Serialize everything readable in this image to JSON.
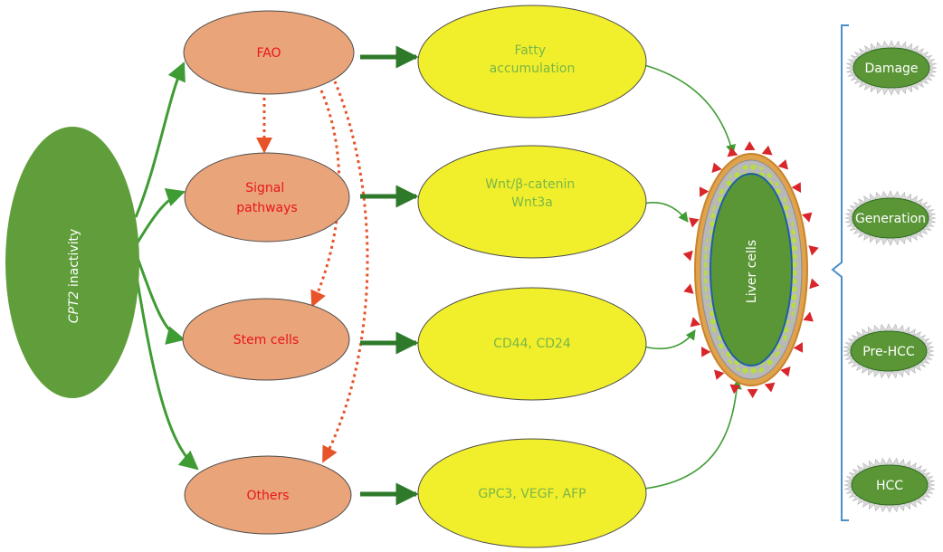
{
  "source": {
    "prefix": "CPT2",
    "suffix": " inactivity"
  },
  "mechanisms": [
    {
      "label_lines": [
        "FAO"
      ]
    },
    {
      "label_lines": [
        "Signal",
        "pathways"
      ]
    },
    {
      "label_lines": [
        "Stem cells"
      ]
    },
    {
      "label_lines": [
        "Others"
      ]
    }
  ],
  "effects": [
    {
      "label_lines": [
        "Fatty",
        "accumulation"
      ]
    },
    {
      "label_lines": [
        "Wnt/β-catenin",
        "Wnt3a"
      ]
    },
    {
      "label_lines": [
        "CD44, CD24"
      ]
    },
    {
      "label_lines": [
        "GPC3, VEGF, AFP"
      ]
    }
  ],
  "target": {
    "label": "Liver cells"
  },
  "outcomes": [
    {
      "label": "Damage"
    },
    {
      "label": "Generation"
    },
    {
      "label": "Pre-HCC"
    },
    {
      "label": "HCC"
    }
  ],
  "colors": {
    "source_fill": "#5f9e3a",
    "mechanism_fill": "#eaa47a",
    "mechanism_text": "#e8161b",
    "effect_fill": "#f1ef2b",
    "effect_text": "#7ab648",
    "connector": "#3f9c35",
    "dashed": "#e8532a",
    "outcome_fill": "#5a9636",
    "bracket": "#4a90c8"
  }
}
